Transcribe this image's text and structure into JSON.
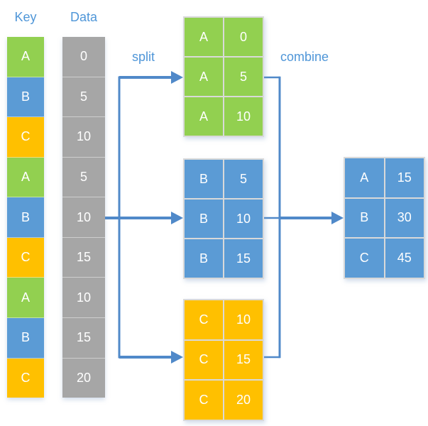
{
  "palette": {
    "group_a_green": "#92d050",
    "group_b_blue": "#5b9bd5",
    "group_c_orange": "#ffc000",
    "data_gray": "#a6a6a6",
    "label_text_blue": "#4f96d8",
    "arrow_blue": "#5089c9",
    "cell_text": "#ffffff",
    "table_gridline": "#d9d9d9"
  },
  "column_headers": {
    "key": "Key",
    "data": "Data"
  },
  "flow_labels": {
    "split": "split",
    "combine": "combine"
  },
  "key_column": [
    "A",
    "B",
    "C",
    "A",
    "B",
    "C",
    "A",
    "B",
    "C"
  ],
  "data_column": [
    "0",
    "5",
    "10",
    "5",
    "10",
    "15",
    "10",
    "15",
    "20"
  ],
  "split_tables": [
    {
      "group": "A",
      "color": "#92d050",
      "rows": [
        [
          "A",
          "0"
        ],
        [
          "A",
          "5"
        ],
        [
          "A",
          "10"
        ]
      ]
    },
    {
      "group": "B",
      "color": "#5b9bd5",
      "rows": [
        [
          "B",
          "5"
        ],
        [
          "B",
          "10"
        ],
        [
          "B",
          "15"
        ]
      ]
    },
    {
      "group": "C",
      "color": "#ffc000",
      "rows": [
        [
          "C",
          "10"
        ],
        [
          "C",
          "15"
        ],
        [
          "C",
          "20"
        ]
      ]
    }
  ],
  "combined_table": {
    "color": "#5b9bd5",
    "rows": [
      [
        "A",
        "15"
      ],
      [
        "B",
        "30"
      ],
      [
        "C",
        "45"
      ]
    ]
  }
}
